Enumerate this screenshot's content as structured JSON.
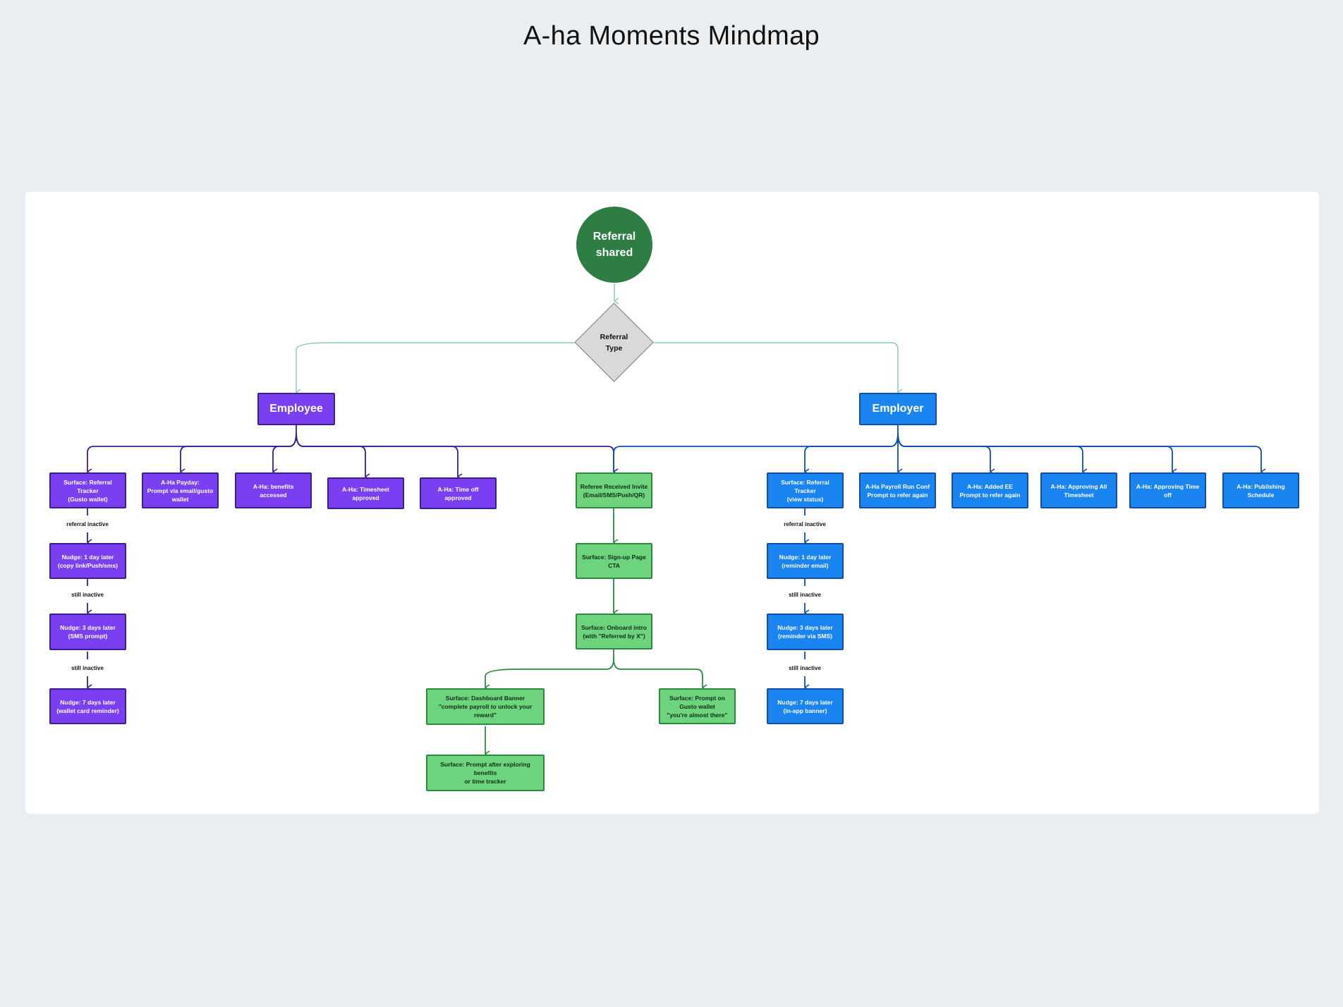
{
  "title": "A-ha Moments Mindmap",
  "colors": {
    "background": "#ebeef1",
    "canvas": "#ffffff",
    "root": "#2e7d44",
    "decision": "#d9d9d9",
    "employee": "#7b3ff2",
    "employer": "#1a84f0",
    "referee": "#6dd37d",
    "top_connector": "#8cc7bd"
  },
  "root": {
    "label": "Referral\nshared"
  },
  "decision": {
    "label": "Referral\nType"
  },
  "employee": {
    "label": "Employee",
    "aha": [
      "Surface: Referral Tracker\n(Gusto wallet)",
      "A-Ha Payday:\nPrompt via email/gusto\nwallet",
      "A-Ha: benefits accessed",
      "A-Ha: Timesheet\napproved",
      "A-Ha: Time off approved"
    ],
    "edge_labels": [
      "referral inactive",
      "still inactive",
      "still inactive"
    ],
    "nudges": [
      "Nudge: 1 day later\n(copy link/Push/sms)",
      "Nudge: 3 days later\n(SMS prompt)",
      "Nudge: 7 days later\n(wallet card reminder)"
    ]
  },
  "referee": {
    "steps": [
      "Referee Received Invite\n(Email/SMS/Push/QR)",
      "Surface: Sign-up Page\nCTA",
      "Surface: Onboard intro\n(with \"Referred by X\")"
    ],
    "left": [
      "Surface: Dashboard Banner\n\"complete payroll to unlock your reward\"",
      "Surface: Prompt after exploring benefits\nor time tracker"
    ],
    "right": "Surface: Prompt on\nGusto wallet\n\"you're almost there\""
  },
  "employer": {
    "label": "Employer",
    "aha": [
      "Surface: Referral Tracker\n(view status)",
      "A-Ha Payroll Run Conf\nPrompt to refer again",
      "A-Ha: Added EE\nPrompt to refer again",
      "A-Ha: Approving All\nTimesheet",
      "A-Ha: Approving Time off",
      "A-Ha: Publishing\nSchedule"
    ],
    "edge_labels": [
      "referral inactive",
      "still inactive",
      "still inactive"
    ],
    "nudges": [
      "Nudge: 1 day later\n(reminder email)",
      "Nudge: 3 days later\n(reminder via SMS)",
      "Nudge: 7 days later\n(in-app banner)"
    ]
  }
}
